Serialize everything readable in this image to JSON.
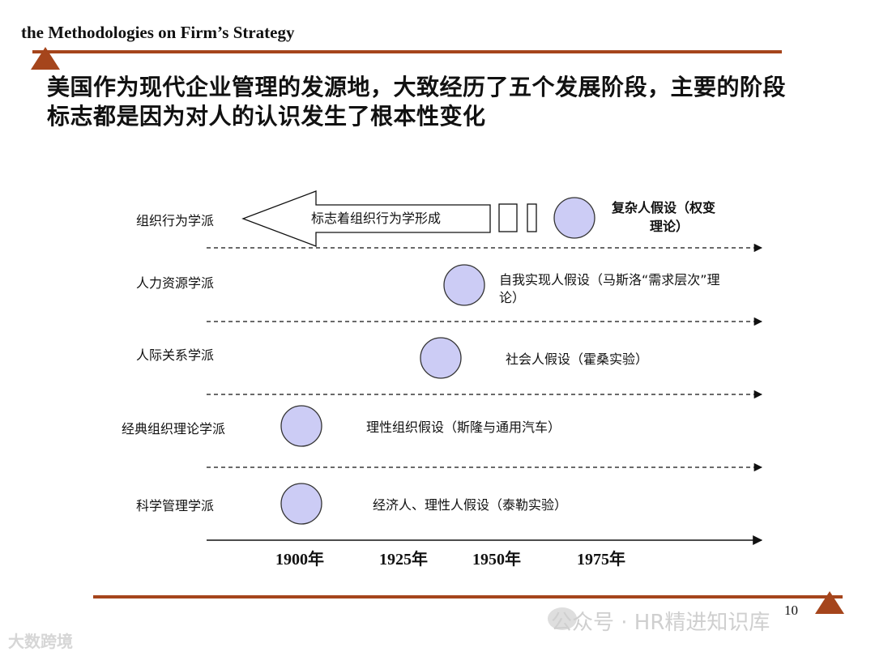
{
  "header": {
    "title": "the Methodologies on Firm’s Strategy"
  },
  "headline": {
    "line1": "美国作为现代企业管理的发源地，大致经历了五个发展阶段，主要的阶段",
    "line2": "标志都是因为对人的认识发生了根本性变化"
  },
  "diagram": {
    "rows": [
      {
        "label": "组织行为学派",
        "desc_line1": "复杂人假设（权变",
        "desc_line2": "理论）"
      },
      {
        "label": "人力资源学派",
        "desc_line1": "自我实现人假设（马斯洛“需求层次”理",
        "desc_line2": "论）"
      },
      {
        "label": "人际关系学派",
        "desc_line1": "社会人假设（霍桑实验）"
      },
      {
        "label": "经典组织理论学派",
        "desc_line1": "理性组织假设（斯隆与通用汽车）"
      },
      {
        "label": "科学管理学派",
        "desc_line1": "经济人、理性人假设（泰勒实验）"
      }
    ],
    "arrow_text": "标志着组织行为学形成",
    "years": [
      "1900年",
      "1925年",
      "1950年",
      "1975年"
    ],
    "colors": {
      "circle_fill": "#CCCCF5",
      "circle_stroke": "#333333",
      "accent": "#A5451C"
    }
  },
  "footer": {
    "page_number": "10",
    "watermark": "公众号 · HR精进知识库",
    "corner_logo": "大数跨境"
  }
}
